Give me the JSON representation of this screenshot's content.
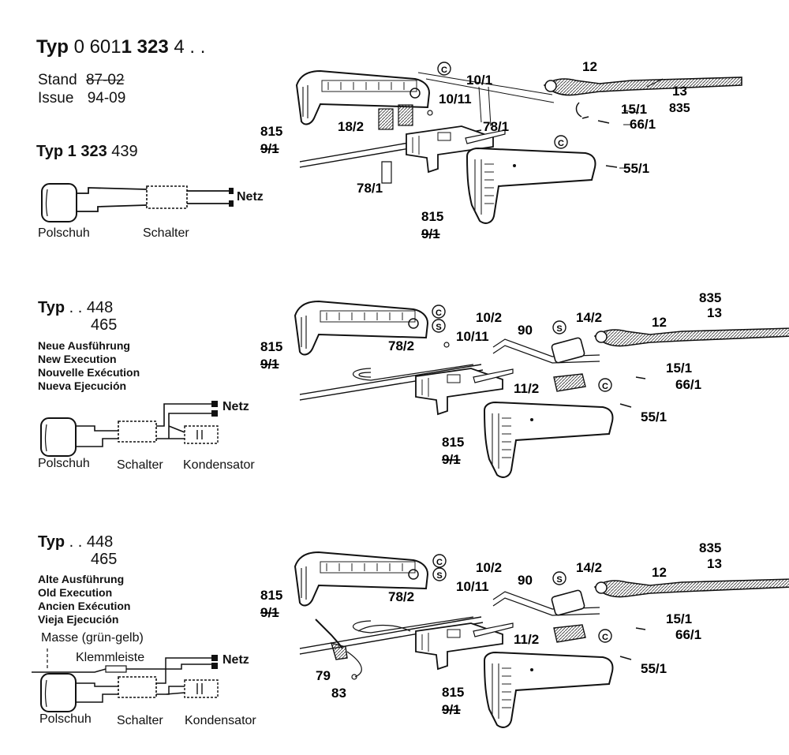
{
  "header": {
    "typ_prefix": "Typ",
    "typ_number_a": "0 601",
    "typ_number_b": "323",
    "typ_number_bold1": "1",
    "typ_suffix": "4 . .",
    "stand_label": "Stand",
    "stand_value": "87-02",
    "issue_label": "Issue",
    "issue_value": "94-09"
  },
  "section1": {
    "typ_label": "Typ",
    "typ_value_bold": "1 323",
    "typ_value": "439",
    "wiring": {
      "polschuh": "Polschuh",
      "schalter": "Schalter",
      "netz": "Netz"
    },
    "labels": {
      "p12": "12",
      "p13": "13",
      "p835": "835",
      "p10_1": "10/1",
      "p10_11": "10/11",
      "p15_1": "15/1",
      "p66_1": "66/1",
      "p815a": "815",
      "p9_1a": "9/1",
      "p18_2": "18/2",
      "p78_1a": "78/1",
      "p78_1b": "78/1",
      "p55_1": "55/1",
      "p815b": "815",
      "p9_1b": "9/1",
      "c1": "C",
      "c2": "C"
    }
  },
  "section2": {
    "typ_label": "Typ",
    "typ_value1": ". . 448",
    "typ_value2": "465",
    "exec_de": "Neue Ausführung",
    "exec_en": "New Execution",
    "exec_fr": "Nouvelle Exécution",
    "exec_es": "Nueva Ejecución",
    "wiring": {
      "polschuh": "Polschuh",
      "schalter": "Schalter",
      "kondensator": "Kondensator",
      "netz": "Netz"
    },
    "labels": {
      "p835": "835",
      "p13": "13",
      "p12": "12",
      "p10_2": "10/2",
      "p90": "90",
      "p14_2": "14/2",
      "p10_11": "10/11",
      "p815a": "815",
      "p9_1a": "9/1",
      "p78_2": "78/2",
      "p15_1": "15/1",
      "p66_1": "66/1",
      "p11_2": "11/2",
      "p55_1": "55/1",
      "p815b": "815",
      "p9_1b": "9/1",
      "c1": "C",
      "s1": "S",
      "s2": "S",
      "c2": "C"
    }
  },
  "section3": {
    "typ_label": "Typ",
    "typ_value1": ". . 448",
    "typ_value2": "465",
    "exec_de": "Alte Ausführung",
    "exec_en": "Old Execution",
    "exec_fr": "Ancien Exécution",
    "exec_es": "Vieja Ejecución",
    "wiring": {
      "masse": "Masse (grün-gelb)",
      "klemmleiste": "Klemmleiste",
      "netz": "Netz",
      "polschuh": "Polschuh",
      "schalter": "Schalter",
      "kondensator": "Kondensator"
    },
    "labels": {
      "p835": "835",
      "p13": "13",
      "p12": "12",
      "p10_2": "10/2",
      "p90": "90",
      "p14_2": "14/2",
      "p10_11": "10/11",
      "p815a": "815",
      "p9_1a": "9/1",
      "p78_2": "78/2",
      "p15_1": "15/1",
      "p66_1": "66/1",
      "p11_2": "11/2",
      "p79": "79",
      "p83": "83",
      "p55_1": "55/1",
      "p815b": "815",
      "p9_1b": "9/1",
      "c1": "C",
      "s1": "S",
      "s2": "S",
      "c2": "C"
    }
  }
}
